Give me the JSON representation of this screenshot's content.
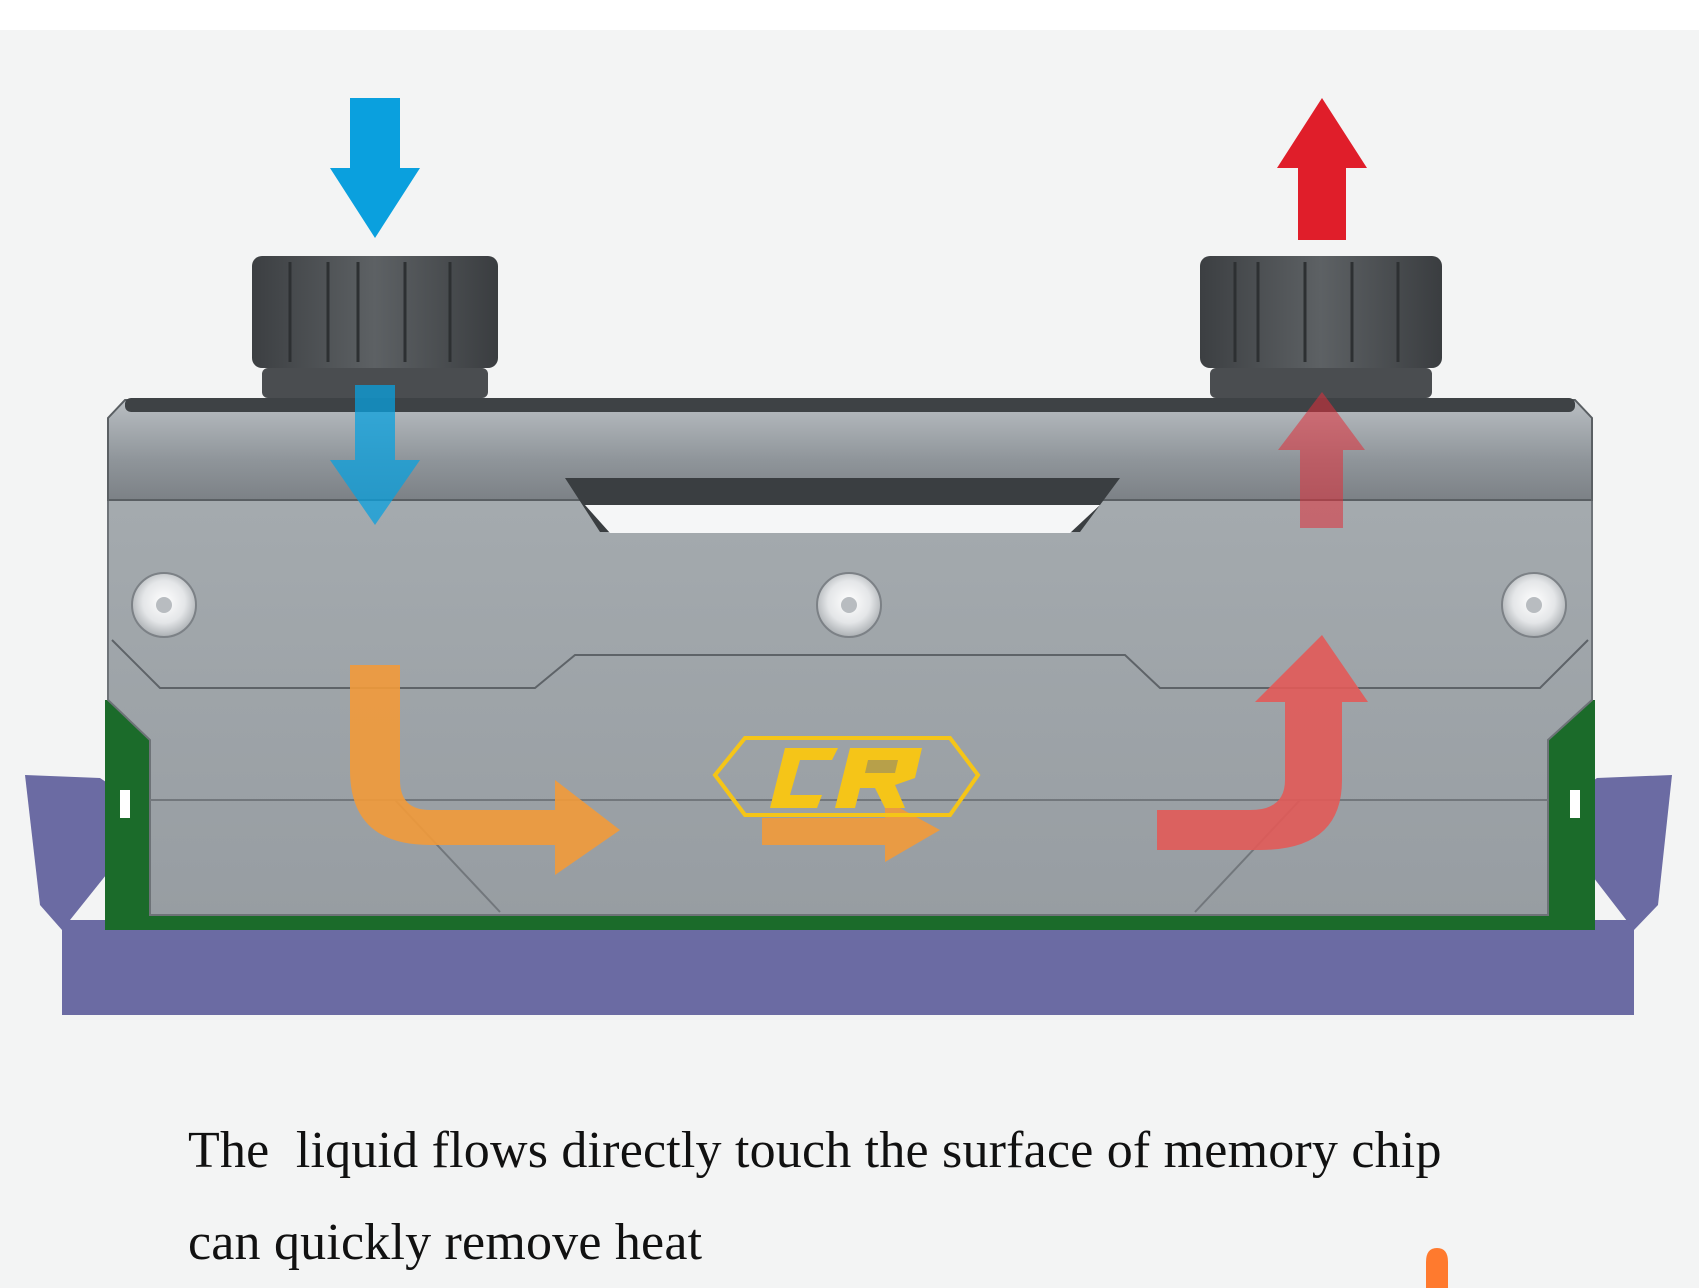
{
  "caption": {
    "line1": "The  liquid flows directly touch the surface of memory chip",
    "line2": "can quickly remove heat"
  },
  "logo": {
    "text": "CR"
  },
  "colors": {
    "background": "#f3f4f4",
    "page": "#ffffff",
    "inlet_arrow": "#0aa0de",
    "outlet_arrow": "#e01e2a",
    "flow_arrow": "#f29a3a",
    "flow_arrow_hot": "#e25a58",
    "block_body": "#9aa1a6",
    "block_top": "#8d9398",
    "fitting": "#4a4d50",
    "pcb": "#1b6b2a",
    "slot": "#6b6ba3",
    "logo": "#f5c518",
    "accent_marker": "#ff7a2e"
  },
  "icons": {
    "inlet": "arrow-down-icon",
    "outlet": "arrow-up-icon",
    "inlet_fitting": "fitting-icon",
    "outlet_fitting": "fitting-icon",
    "screws": "screw-icon"
  }
}
